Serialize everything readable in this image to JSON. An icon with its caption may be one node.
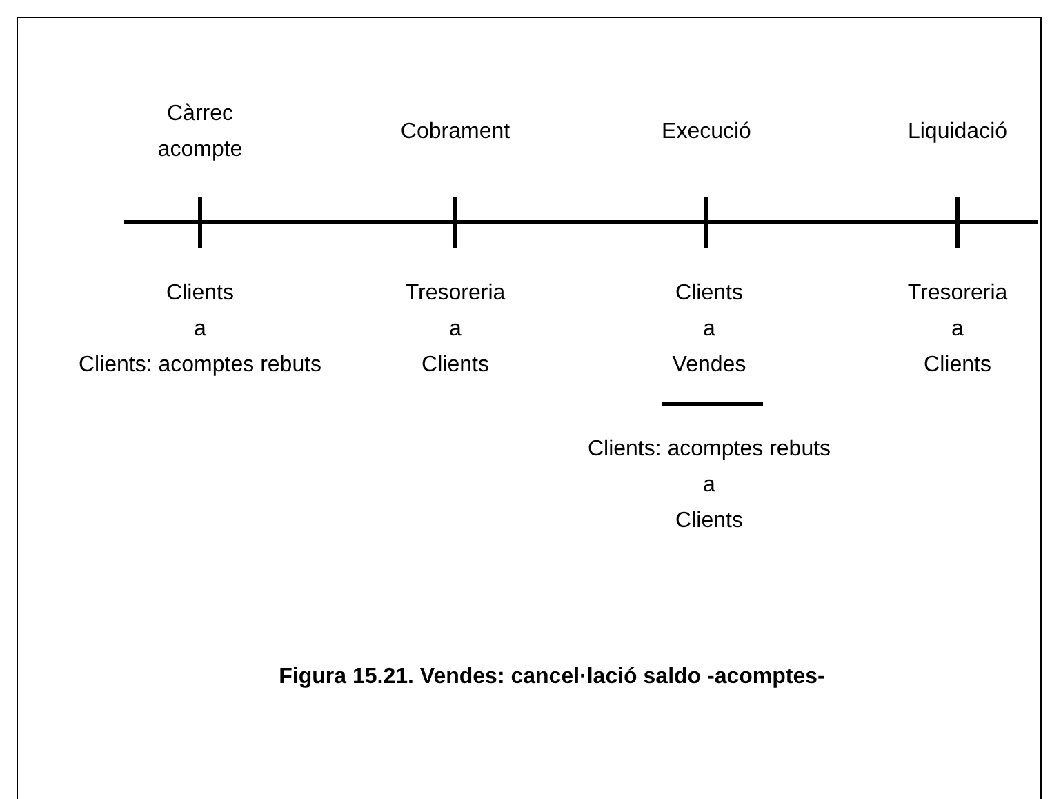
{
  "diagram": {
    "caption": "Figura 15.21. Vendes: cancel·lació saldo -acomptes-",
    "labels": [
      "Càrrec acompte",
      "Cobrament",
      "Execució",
      "Liquidació",
      "Clients",
      "a",
      "Clients: acomptes rebuts",
      "Tresoreria",
      "a",
      "Clients",
      "Clients",
      "a",
      "Vendes",
      "Clients: acomptes rebuts",
      "a",
      "Clients",
      "Tresoreria",
      "a",
      "Clients"
    ]
  }
}
